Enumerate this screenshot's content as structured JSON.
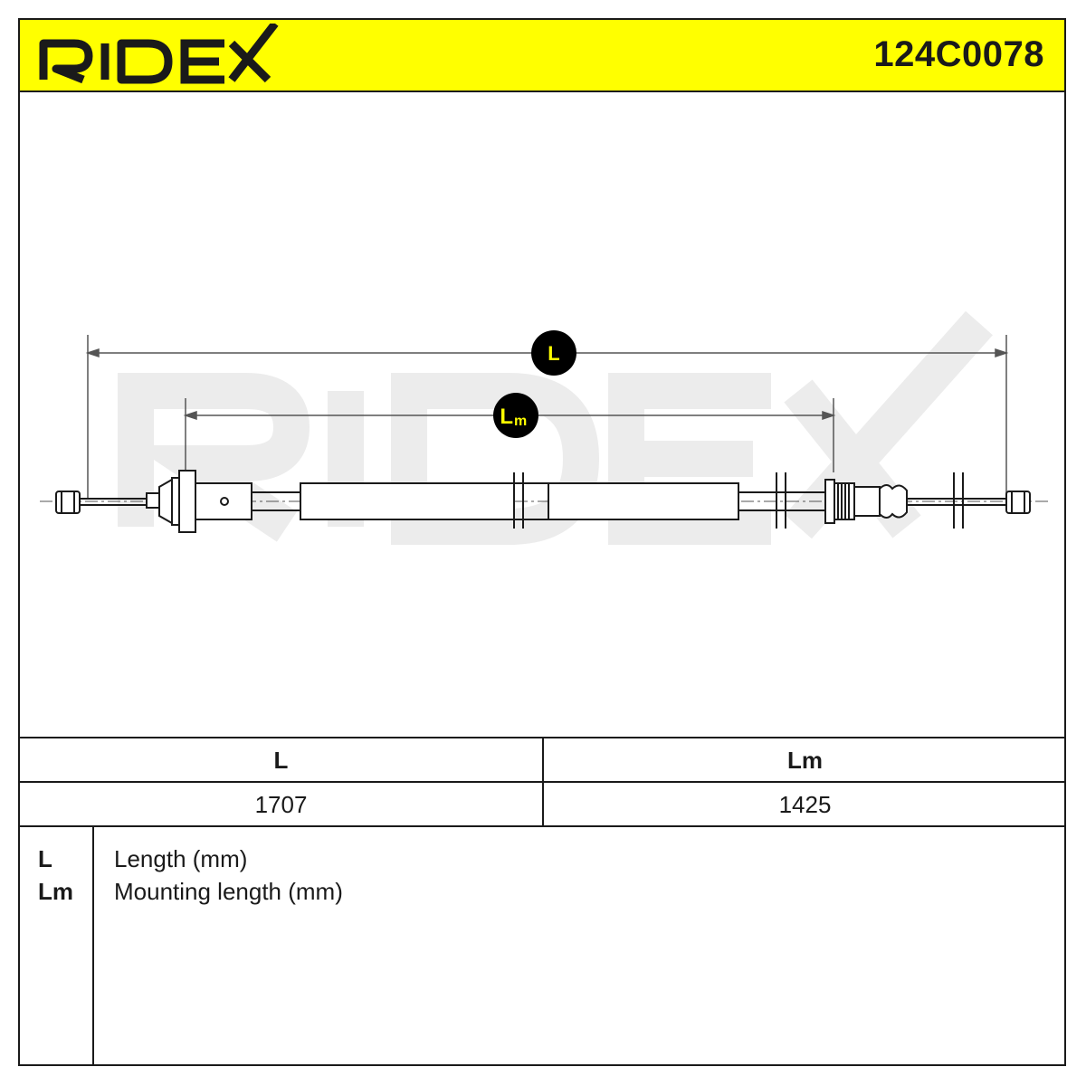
{
  "header": {
    "logo_text": "RIDEX",
    "part_number": "124C0078",
    "brand_color": "#ffff00"
  },
  "drawing": {
    "watermark_text": "RIDEX",
    "dimension_labels": {
      "length": "L",
      "mounting_length_main": "L",
      "mounting_length_sub": "m"
    }
  },
  "dimensions_table": {
    "headers": [
      "L",
      "Lm"
    ],
    "values": [
      "1707",
      "1425"
    ]
  },
  "legend": {
    "items": [
      {
        "key": "L",
        "description": "Length (mm)"
      },
      {
        "key": "Lm",
        "description": "Mounting length (mm)"
      }
    ]
  }
}
